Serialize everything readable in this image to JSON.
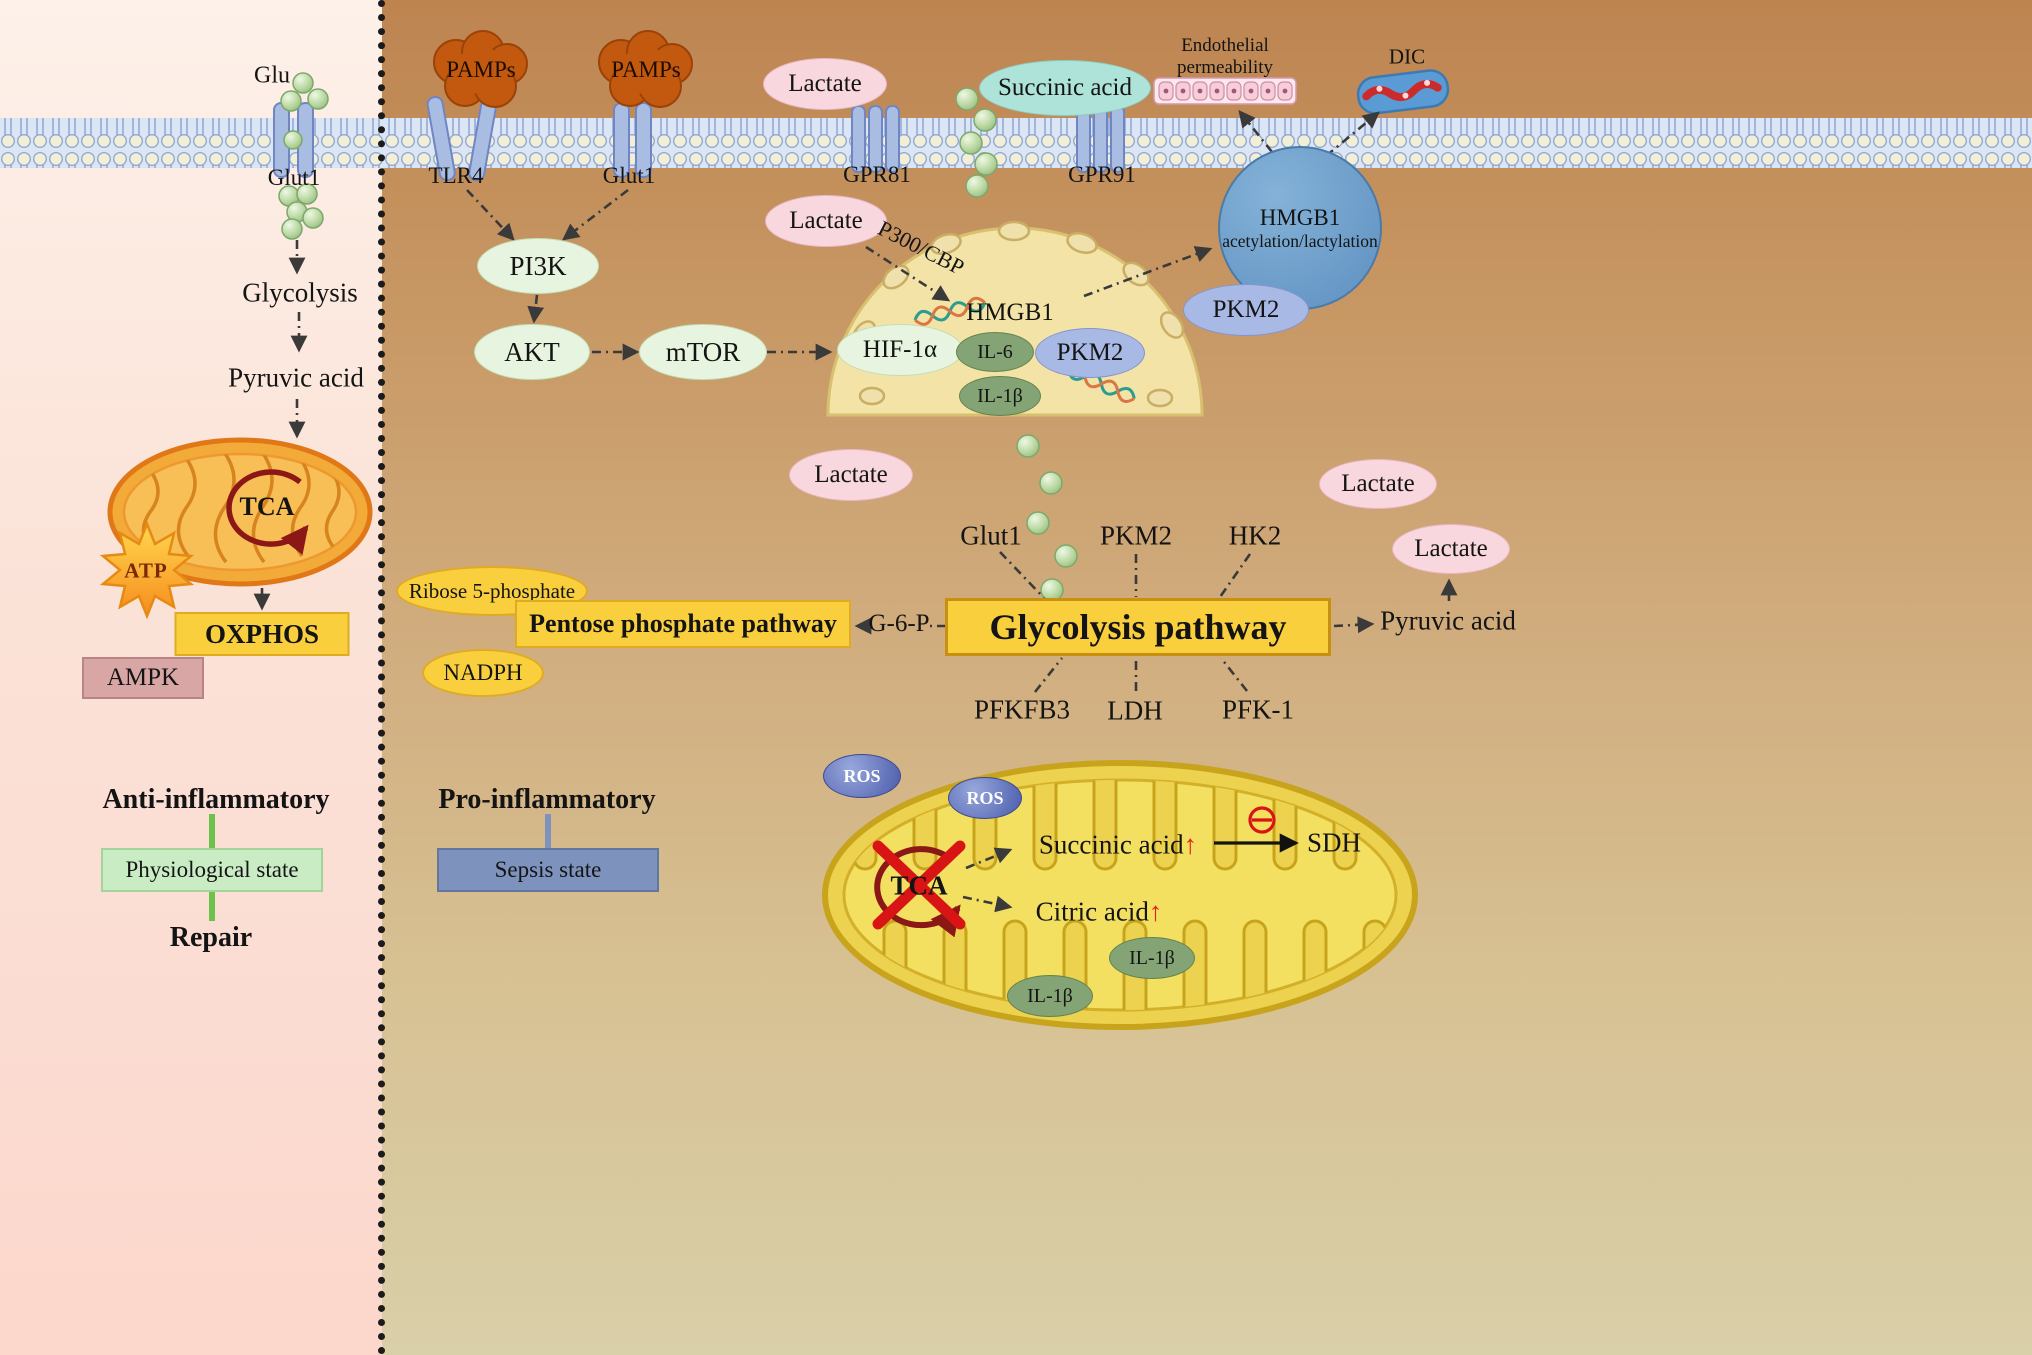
{
  "left_panel": {
    "glu": "Glu",
    "glut1": "Glut1",
    "glycolysis": "Glycolysis",
    "pyruvic_acid": "Pyruvic acid",
    "tca": "TCA",
    "atp": "ATP",
    "oxphos": "OXPHOS",
    "ampk": "AMPK",
    "anti_inflammatory": "Anti-inflammatory",
    "physiological_state": "Physiological state",
    "repair": "Repair"
  },
  "membrane": {
    "pamps_left": "PAMPs",
    "pamps_right": "PAMPs",
    "tlr4": "TLR4",
    "glut1": "Glut1",
    "gpr81": "GPR81",
    "gpr91": "GPR91",
    "lactate": "Lactate",
    "succinic_acid": "Succinic acid",
    "endothelial_permeability": "Endothelial permeability",
    "dic": "DIC"
  },
  "signaling": {
    "pi3k": "PI3K",
    "akt": "AKT",
    "mtor": "mTOR",
    "lactate": "Lactate",
    "p300_cbp": "P300/CBP",
    "hmgb1_acetylation_line1": "HMGB1",
    "hmgb1_acetylation_line2": "acetylation/lactylation",
    "pkm2": "PKM2"
  },
  "nucleus": {
    "hmgb1": "HMGB1",
    "hif1a": "HIF-1α",
    "il6": "IL-6",
    "pkm2": "PKM2",
    "il1b": "IL-1β"
  },
  "glycolysis_section": {
    "lactate_left": "Lactate",
    "glut1": "Glut1",
    "pkm2": "PKM2",
    "hk2": "HK2",
    "lactate_upper_right": "Lactate",
    "lactate_lower_right": "Lactate",
    "ribose_5_phosphate": "Ribose 5-phosphate",
    "pentose_phosphate_pathway": "Pentose phosphate pathway",
    "g6p": "G-6-P",
    "glycolysis_pathway": "Glycolysis pathway",
    "nadph": "NADPH",
    "pyruvic_acid": "Pyruvic acid",
    "pfkfb3": "PFKFB3",
    "ldh": "LDH",
    "pfk1": "PFK-1"
  },
  "states": {
    "pro_inflammatory": "Pro-inflammatory",
    "sepsis_state": "Sepsis state"
  },
  "mito_sepsis": {
    "ros_1": "ROS",
    "ros_2": "ROS",
    "tca": "TCA",
    "succinic_acid": "Succinic acid",
    "succinic_up": "↑",
    "sdh": "SDH",
    "citric_acid": "Citric acid",
    "citric_up": "↑",
    "il1b_1": "IL-1β",
    "il1b_2": "IL-1β"
  },
  "colors": {
    "left_bg": "#fbe3d8",
    "right_bg_top": "#bd8450",
    "right_bg_bottom": "#d9cfa8",
    "membrane_band": "#dbe5f4",
    "receptor_fill": "#a9bde2",
    "pamp_fill": "#c2590f",
    "oval_pink": "#f9d7de",
    "oval_light_green": "#e7f4e0",
    "oval_teal": "#aee3da",
    "oval_green": "#85a476",
    "oval_blue": "#a9b9e6",
    "hmgb1_circle": "#6b9bc9",
    "yellow_box": "#f9cf3e",
    "ampk_box": "#d9a6a6",
    "physio_box": "#c9ecc4",
    "sepsis_box": "#7d93bd",
    "nucleus_fill": "#f3e3a6",
    "mito_fill": "#f2aa38",
    "mito_sepsis_fill": "#ecd24e",
    "ros_fill": "#5868b8",
    "arrow": "#3a3a3a",
    "red_accent": "#e02020",
    "green_connector": "#6cc24a"
  }
}
